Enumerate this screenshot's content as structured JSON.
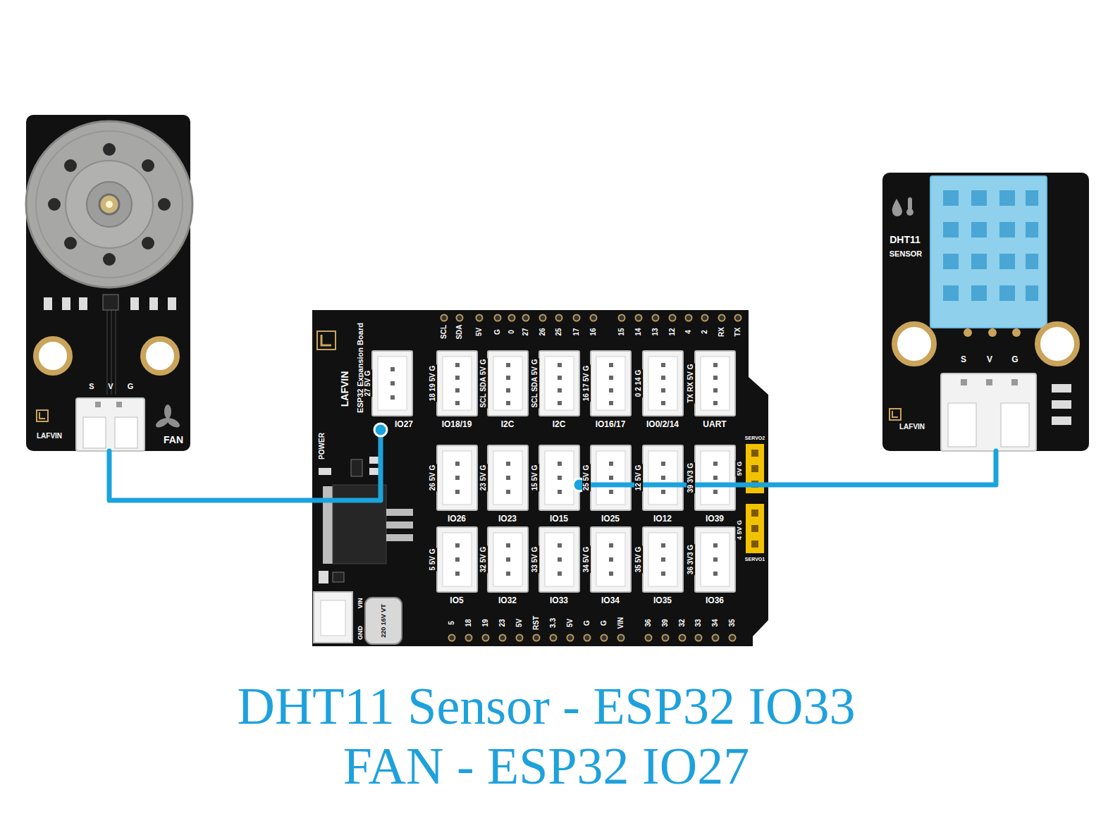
{
  "diagram": {
    "nodes": [
      {
        "text": [
          "S",
          "V",
          "G",
          "LAFVIN",
          "FAN"
        ]
      },
      {
        "text": [
          "DHT11",
          "SENSOR",
          "S",
          "V",
          "G",
          "LAFVIN"
        ]
      },
      {
        "text": [
          "LAFVIN",
          "ESP32 Expansion Board",
          "POWER",
          "SERVO2",
          "SERVO1",
          "5V G",
          "4 5V G",
          "GND",
          "VIN",
          "220 16V VT"
        ]
      },
      {
        "text": [
          "27 5V G",
          "IO27"
        ],
        "in": 2
      },
      {
        "text": [
          "18 19 5V G",
          "IO18/19"
        ],
        "in": 2
      },
      {
        "text": [
          "SCL SDA 5V G",
          "I2C"
        ],
        "in": 2
      },
      {
        "text": [
          "SCL SDA 5V G",
          "I2C"
        ],
        "in": 2
      },
      {
        "text": [
          "16 17 5V G",
          "IO16/17"
        ],
        "in": 2
      },
      {
        "text": [
          "0 2 14 G",
          "IO0/2/14"
        ],
        "in": 2
      },
      {
        "text": [
          "TX RX 5V G",
          "UART"
        ],
        "in": 2
      },
      {
        "text": [
          "26 5V G",
          "IO26"
        ],
        "in": 2
      },
      {
        "text": [
          "23 5V G",
          "IO23"
        ],
        "in": 2
      },
      {
        "text": [
          "15 5V G",
          "IO15"
        ],
        "in": 2
      },
      {
        "text": [
          "25 5V G",
          "IO25"
        ],
        "in": 2
      },
      {
        "text": [
          "12 5V G",
          "IO12"
        ],
        "in": 2
      },
      {
        "text": [
          "39 3V3 G",
          "IO39"
        ],
        "in": 2
      },
      {
        "text": [
          "5 5V G",
          "IO5"
        ],
        "in": 2
      },
      {
        "text": [
          "32 5V G",
          "IO32"
        ],
        "in": 2
      },
      {
        "text": [
          "33 5V G",
          "IO33"
        ],
        "in": 2
      },
      {
        "text": [
          "34 5V G",
          "IO34"
        ],
        "in": 2
      },
      {
        "text": [
          "35 5V G",
          "IO35"
        ],
        "in": 2
      },
      {
        "text": [
          "36 3V3 G",
          "IO36"
        ],
        "in": 2
      }
    ],
    "edges": [
      {
        "from": 0,
        "to": 3,
        "arrow": "none"
      },
      {
        "from": 1,
        "to": 12,
        "arrow": "none"
      }
    ],
    "labels": [
      "SCL",
      "SDA",
      "5V",
      "G",
      "0",
      "27",
      "26",
      "25",
      "17",
      "16",
      "15",
      "14",
      "13",
      "12",
      "4",
      "2",
      "RX",
      "TX",
      "5",
      "18",
      "19",
      "23",
      "5V",
      "RST",
      "3.3",
      "5V",
      "G",
      "G",
      "VIN",
      "36",
      "39",
      "32",
      "33",
      "34",
      "35",
      "DHT11 Sensor - ESP32 IO33",
      "FAN - ESP32 IO27"
    ]
  }
}
